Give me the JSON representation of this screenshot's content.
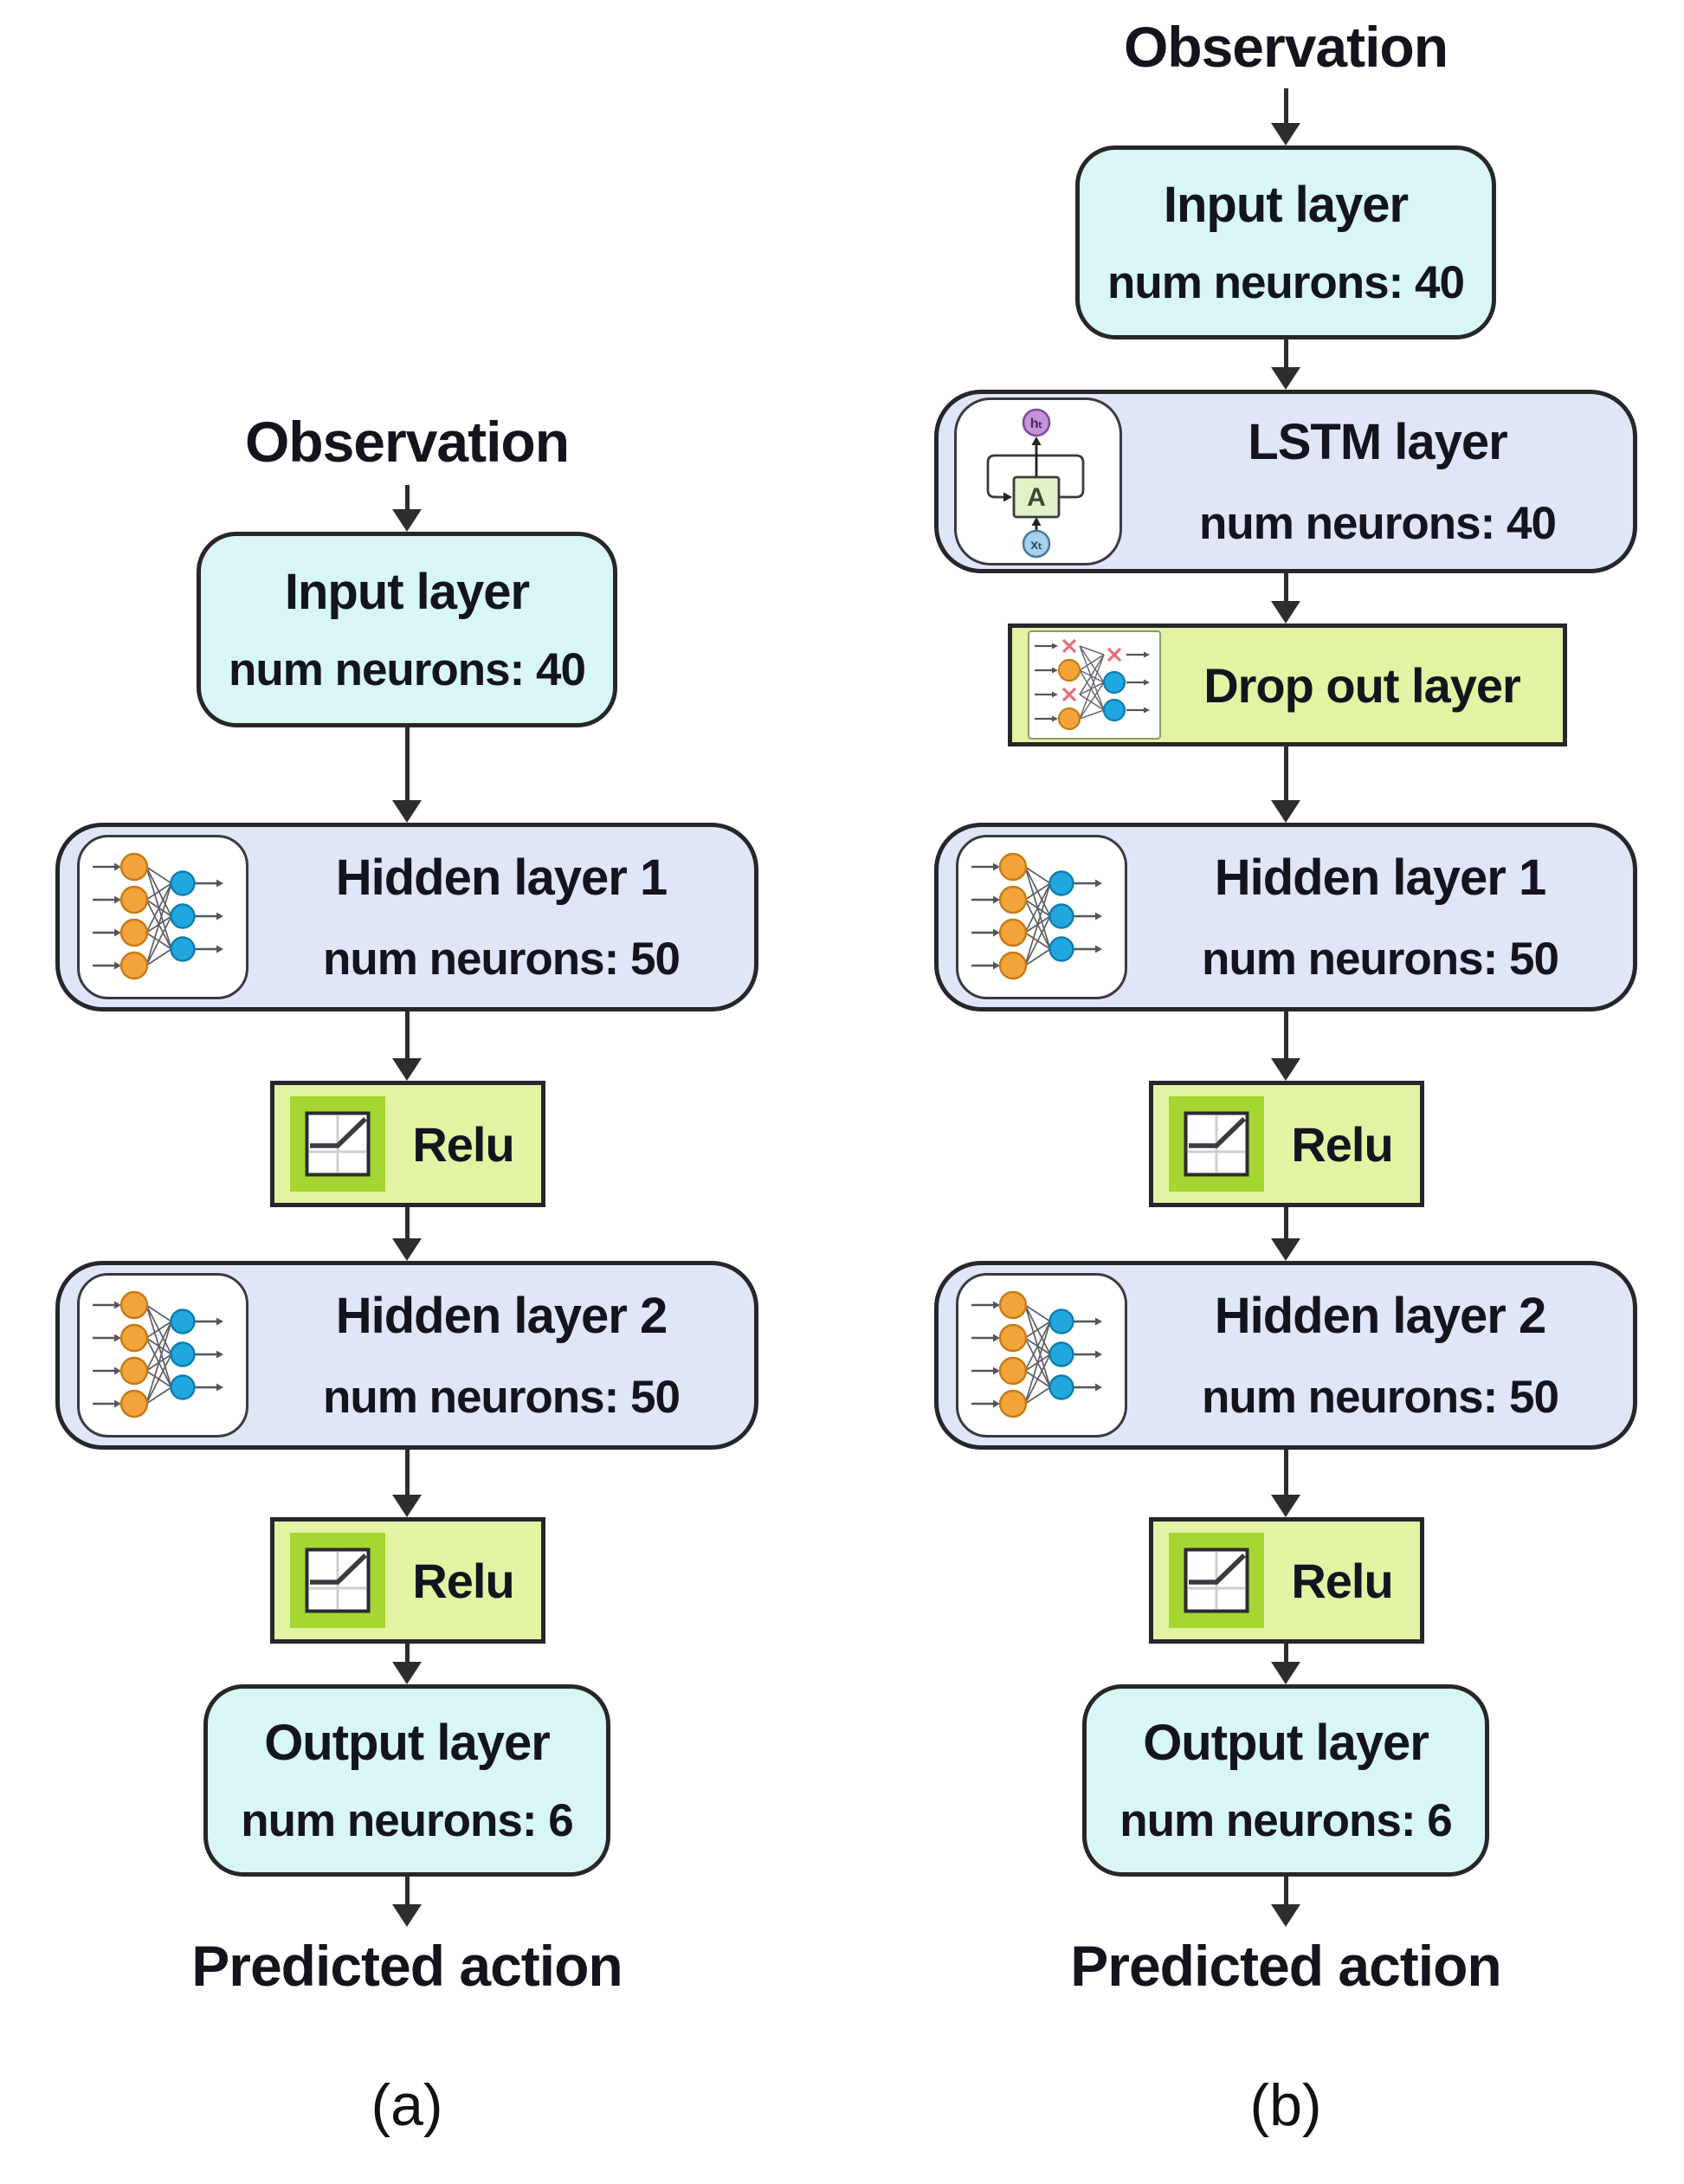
{
  "colors": {
    "cyan": "#D7F6F4",
    "lavender": "#DEE6F8",
    "green": "#E2F3A3",
    "icongreen": "#A5D631",
    "border": "#26262B",
    "arrow": "#2D2D2D",
    "text": "#14141E",
    "orange": "#F2A33A",
    "blue": "#1FA7DE",
    "purple": "#C792D9",
    "lightblue": "#A9D2EA",
    "redx": "#E2606B"
  },
  "icons": {
    "lstm": {
      "hidden_label": "hₜ",
      "cell_label": "A",
      "input_label": "xₜ"
    }
  },
  "left": {
    "caption": "(a)",
    "observation": "Observation",
    "predicted": "Predicted action",
    "input": {
      "title": "Input layer",
      "subtitle": "num neurons: 40"
    },
    "hidden1": {
      "title": "Hidden layer 1",
      "subtitle": "num neurons: 50"
    },
    "relu1": {
      "label": "Relu"
    },
    "hidden2": {
      "title": "Hidden layer 2",
      "subtitle": "num neurons: 50"
    },
    "relu2": {
      "label": "Relu"
    },
    "output": {
      "title": "Output layer",
      "subtitle": "num neurons: 6"
    }
  },
  "right": {
    "caption": "(b)",
    "observation": "Observation",
    "predicted": "Predicted action",
    "input": {
      "title": "Input layer",
      "subtitle": "num neurons: 40"
    },
    "lstm": {
      "title": "LSTM layer",
      "subtitle": "num neurons: 40"
    },
    "dropout": {
      "label": "Drop out layer"
    },
    "hidden1": {
      "title": "Hidden layer 1",
      "subtitle": "num neurons: 50"
    },
    "relu1": {
      "label": "Relu"
    },
    "hidden2": {
      "title": "Hidden layer 2",
      "subtitle": "num neurons: 50"
    },
    "relu2": {
      "label": "Relu"
    },
    "output": {
      "title": "Output layer",
      "subtitle": "num neurons: 6"
    }
  }
}
